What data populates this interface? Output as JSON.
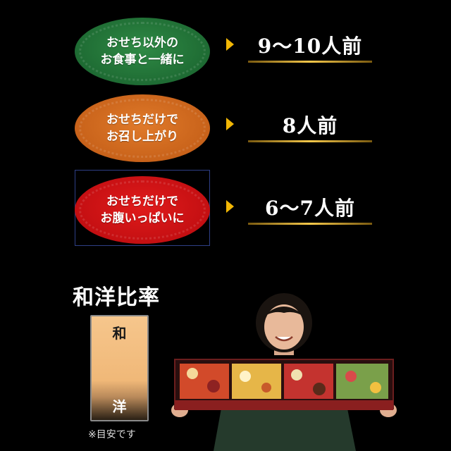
{
  "rows": [
    {
      "line1": "おせち以外の",
      "line2": "お食事と一緒に",
      "portion": "9〜10人前",
      "color": "#1e6b33"
    },
    {
      "line1": "おせちだけで",
      "line2": "お召し上がり",
      "portion": "8人前",
      "color": "#c8621a"
    },
    {
      "line1": "おせちだけで",
      "line2": "お腹いっぱいに",
      "portion": "6〜7人前",
      "color": "#c40f12"
    }
  ],
  "ratio": {
    "title": "和洋比率",
    "top_label": "和",
    "bottom_label": "洋",
    "note": "※目安です"
  },
  "colors": {
    "background": "#000000",
    "arrow": "#f2b705",
    "gold_line": "#f5c84a",
    "selected_border": "#2e3f86"
  }
}
